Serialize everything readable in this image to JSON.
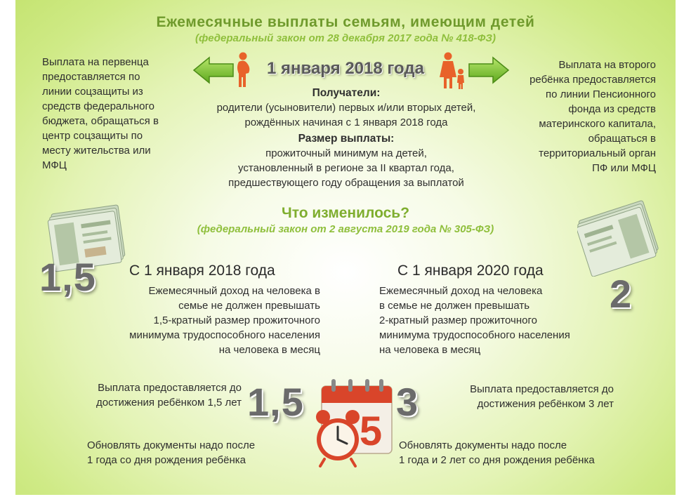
{
  "header": {
    "title": "Ежемесячные выплаты семьям, имеющим детей",
    "subtitle": "(федеральный закон от 28 декабря 2017 года № 418-ФЗ)"
  },
  "first_child": {
    "lines": [
      "Выплата на первенца",
      "предоставляется по",
      "линии  соцзащиты из",
      "средств федерального",
      "бюджета, обращаться в",
      "центр соцзащиты по",
      "месту жительства или",
      "МФЦ"
    ]
  },
  "second_child": {
    "lines": [
      "Выплата на второго",
      "ребёнка предоставляется",
      "по линии Пенсионного",
      "фонда из средств",
      "материнского капитала,",
      "обращаться в",
      "территориальный орган",
      "ПФ или МФЦ"
    ]
  },
  "center": {
    "date": "1 января 2018 года",
    "recipients_heading": "Получатели:",
    "recipients_lines": [
      "родители (усыновители) первых и/или вторых детей,",
      "рождённых начиная с 1 января 2018 года"
    ],
    "amount_heading": "Размер выплаты:",
    "amount_lines": [
      "прожиточный минимум на детей,",
      "установленный в регионе за II квартал года,",
      "предшествующего году обращения за выплатой"
    ]
  },
  "changes": {
    "title": "Что изменилось?",
    "subtitle": "(федеральный закон от 2 августа 2019 года № 305-ФЗ)"
  },
  "before": {
    "multiplier": "1,5",
    "title": "С 1 января 2018 года",
    "lines": [
      "Ежемесячный доход на человека в",
      "семье не должен превышать",
      "1,5-кратный размер прожиточного",
      "минимума трудоспособного населения",
      "на человека в месяц"
    ],
    "age_number": "1,5",
    "payment_lines": [
      "Выплата предоставляется до",
      "достижения ребёнком 1,5 лет"
    ],
    "renew_lines": [
      "Обновлять документы надо после",
      "1 года со дня рождения ребёнка"
    ]
  },
  "after": {
    "multiplier": "2",
    "title": "С 1 января 2020 года",
    "lines": [
      "Ежемесячный доход на человека",
      "в семье не должен превышать",
      "2-кратный размер прожиточного",
      "минимума трудоспособного населения",
      "на человека в месяц"
    ],
    "age_number": "3",
    "payment_lines": [
      "Выплата предоставляется до",
      "достижения ребёнком 3 лет"
    ],
    "renew_lines": [
      "Обновлять документы надо после",
      "1 года и 2 лет  со дня рождения ребёнка"
    ]
  },
  "calendar": {
    "digit": "5"
  },
  "icons": [
    "arrow-left-icon",
    "pregnant-woman-icon",
    "mother-child-icon",
    "arrow-right-icon",
    "money-stack-icon",
    "calendar-icon",
    "alarm-clock-icon"
  ],
  "colors": {
    "title_green": "#6f9a2c",
    "subtitle_green": "#8fbf3c",
    "arrow_green": "#7cc234",
    "figure_orange": "#e8622a",
    "calendar_red": "#d9452a"
  }
}
